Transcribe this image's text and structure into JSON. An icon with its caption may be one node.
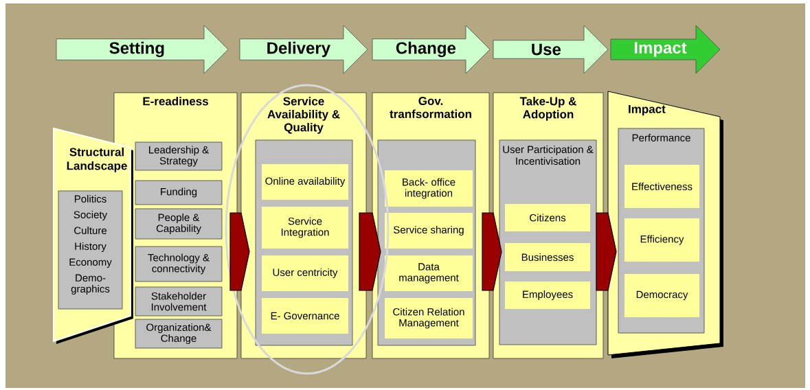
{
  "diagram": {
    "nodes": [
      {
        "text": [
          "Setting"
        ]
      },
      {
        "text": [
          "Delivery"
        ]
      },
      {
        "text": [
          "Change"
        ]
      },
      {
        "text": [
          "Use"
        ]
      },
      {
        "text": [
          "Impact"
        ]
      },
      {
        "text": [
          "Structural Landscape"
        ]
      },
      {
        "text": [
          "Politics",
          "Society",
          "Culture",
          "History",
          "Economy",
          "Demo- graphics"
        ],
        "in": 5
      },
      {
        "text": [
          "E-readiness"
        ]
      },
      {
        "text": [
          "Leadership & Strategy"
        ],
        "in": 7
      },
      {
        "text": [
          "Funding"
        ],
        "in": 7
      },
      {
        "text": [
          "People & Capability"
        ],
        "in": 7
      },
      {
        "text": [
          "Technology & connectivity"
        ],
        "in": 7
      },
      {
        "text": [
          "Stakeholder Involvement"
        ],
        "in": 7
      },
      {
        "text": [
          "Organization& Change"
        ],
        "in": 7
      },
      {
        "text": [
          "Service Availability & Quality"
        ]
      },
      {
        "text": [],
        "shape": "box",
        "in": 14
      },
      {
        "text": [
          "Online availability"
        ],
        "in": 15
      },
      {
        "text": [
          "Service Integration"
        ],
        "in": 15
      },
      {
        "text": [
          "User centricity"
        ],
        "in": 15
      },
      {
        "text": [
          "E- Governance"
        ],
        "in": 15
      },
      {
        "text": [
          "Gov. tranfsormation"
        ]
      },
      {
        "text": [],
        "shape": "box",
        "in": 20
      },
      {
        "text": [
          "Back- office integration"
        ],
        "in": 21
      },
      {
        "text": [
          "Service sharing"
        ],
        "in": 21
      },
      {
        "text": [
          "Data management"
        ],
        "in": 21
      },
      {
        "text": [
          "Citizen Relation Management"
        ],
        "in": 21
      },
      {
        "text": [
          "Take-Up & Adoption"
        ]
      },
      {
        "text": [
          "User Participation & Incentivisation"
        ],
        "in": 26
      },
      {
        "text": [
          "Citizens"
        ],
        "in": 27
      },
      {
        "text": [
          "Businesses"
        ],
        "in": 27
      },
      {
        "text": [
          "Employees"
        ],
        "in": 27
      },
      {
        "text": [
          "Impact"
        ]
      },
      {
        "text": [
          "Performance"
        ],
        "in": 31
      },
      {
        "text": [
          "Effectiveness"
        ],
        "in": 32
      },
      {
        "text": [
          "Efficiency"
        ],
        "in": 32
      },
      {
        "text": [
          "Democracy"
        ],
        "in": 32
      }
    ],
    "edges": [
      {
        "from": 7,
        "to": 14,
        "arrow": "to"
      },
      {
        "from": 14,
        "to": 20,
        "arrow": "to"
      },
      {
        "from": 20,
        "to": 26,
        "arrow": "to"
      },
      {
        "from": 26,
        "to": 31,
        "arrow": "to"
      }
    ]
  }
}
